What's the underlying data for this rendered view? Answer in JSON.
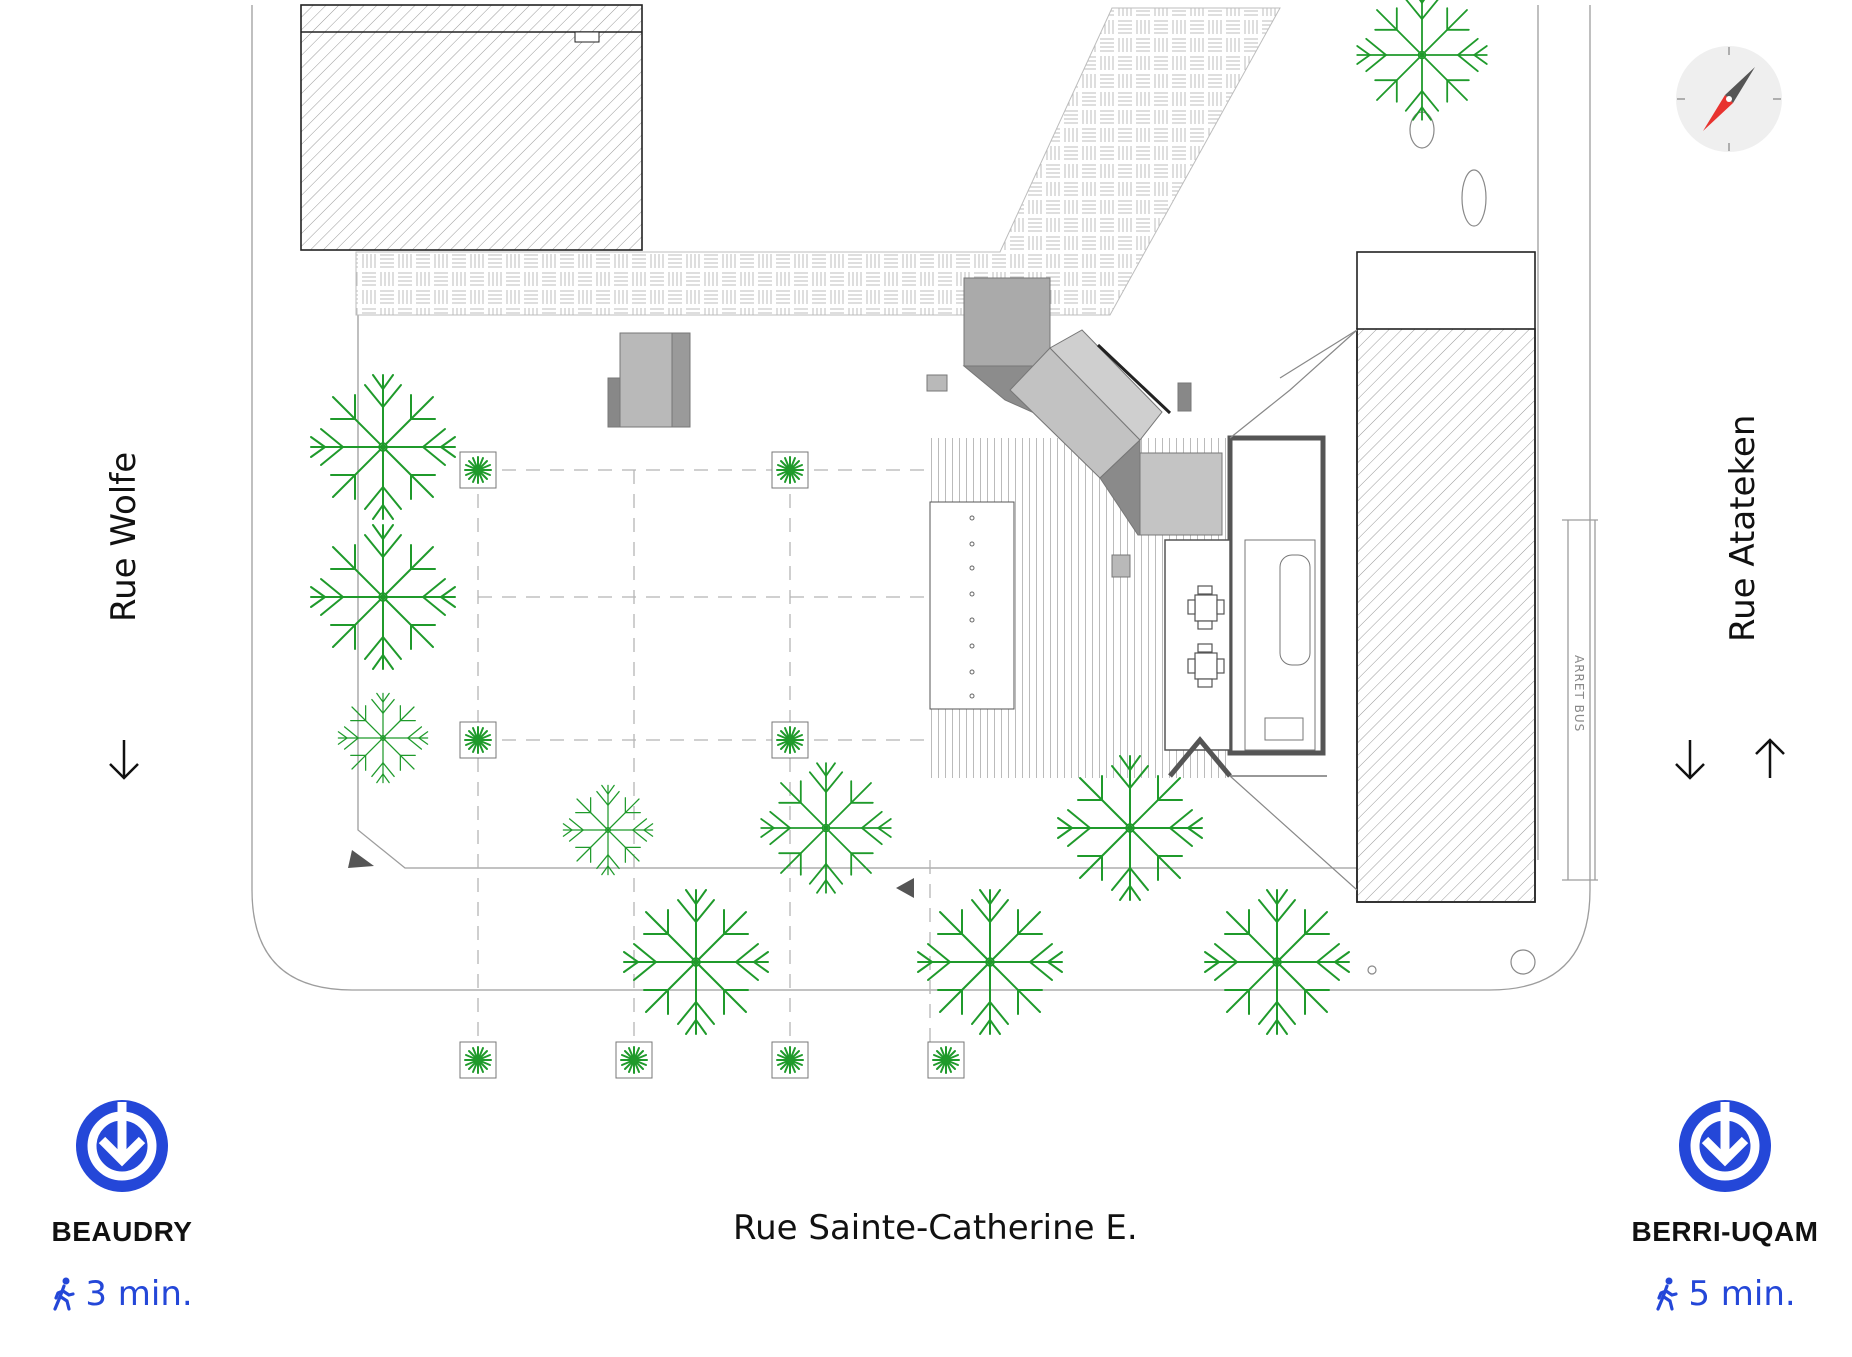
{
  "streets": {
    "wolfe": "Rue Wolfe",
    "atateken": "Rue Atateken",
    "sainte_catherine": "Rue Sainte-Catherine E.",
    "bus_stop": "ARRET BUS"
  },
  "stations": [
    {
      "name": "BEAUDRY",
      "walk_time": "3 min.",
      "icon": "metro-icon"
    },
    {
      "name": "BERRI-UQAM",
      "walk_time": "5 min.",
      "icon": "metro-icon"
    }
  ],
  "icons": {
    "compass": "compass-icon",
    "walk": "pedestrian-icon",
    "arrow_down": "arrow-down-icon",
    "arrow_up": "arrow-up-icon"
  },
  "colors": {
    "metro_blue": "#2447d8",
    "tree_green": "#1f9a2b",
    "compass_red": "#e8332f",
    "building_gray": "#b9b9b9"
  }
}
